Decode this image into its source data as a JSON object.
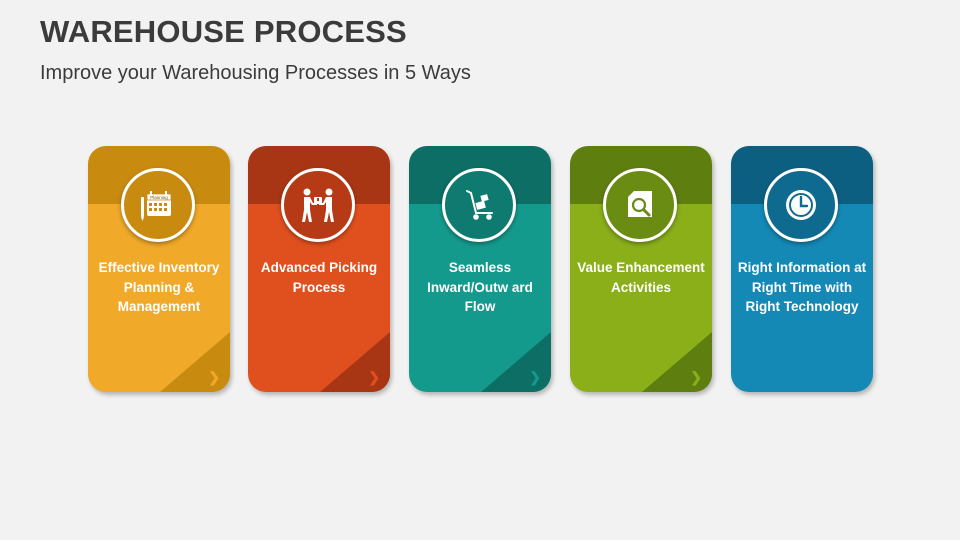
{
  "title": "WAREHOUSE PROCESS",
  "subtitle": "Improve your Warehousing Processes in 5 Ways",
  "cards": [
    {
      "label": "Effective Inventory Planning & Management",
      "icon": "calendar-planning-icon",
      "icon_text": "Planning",
      "color": "#f0a928",
      "dark": "#c98a10",
      "circle": "#c98a10"
    },
    {
      "label": "Advanced Picking Process",
      "icon": "handover-icon",
      "color": "#e0501e",
      "dark": "#a83614",
      "circle": "#b53a15"
    },
    {
      "label": "Seamless Inward/Outw ard Flow",
      "icon": "hand-truck-icon",
      "color": "#149a8c",
      "dark": "#0c6e65",
      "circle": "#0e7a70"
    },
    {
      "label": "Value Enhancement Activities",
      "icon": "box-magnifier-icon",
      "color": "#8aaf19",
      "dark": "#5f7e10",
      "circle": "#6a8c12"
    },
    {
      "label": "Right Information at Right Time with Right Technology",
      "icon": "clock-icon",
      "color": "#1489b6",
      "dark": "#0d5f82",
      "circle": "#0f6a90"
    }
  ]
}
